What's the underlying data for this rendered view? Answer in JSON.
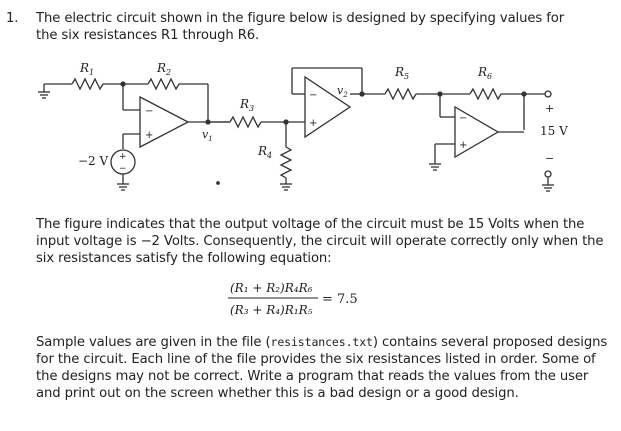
{
  "problem": {
    "number": "1.",
    "intro_line1": "The electric circuit shown in the figure below is designed by specifying values for",
    "intro_line2": "the six resistances R1 through R6."
  },
  "circuit": {
    "labels": {
      "R1": "R",
      "R1_sub": "1",
      "R2": "R",
      "R2_sub": "2",
      "R3": "R",
      "R3_sub": "3",
      "R4": "R",
      "R4_sub": "4",
      "R5": "R",
      "R5_sub": "5",
      "R6": "R",
      "R6_sub": "6",
      "v1": "v",
      "v1_sub": "1",
      "v2": "v",
      "v2_sub": "2",
      "source": "−2 V",
      "output": "15 V",
      "plus": "+",
      "minus": "−"
    }
  },
  "paragraph1": "The figure indicates that the output voltage of the circuit must be 15 Volts when the input voltage is −2 Volts. Consequently, the circuit will operate correctly only when the six resistances satisfy the following equation:",
  "equation": {
    "numerator": "(R₁ + R₂)R₄R₆",
    "denominator": "(R₃ + R₄)R₁R₅",
    "rhs": "= 7.5"
  },
  "paragraph2": {
    "before": "Sample values are given in the file (",
    "filename": "resistances.txt",
    "after": ") contains several proposed designs for the circuit. Each line of the file provides the six resistances listed in order. Some of the designs may not be correct. Write a program that reads the values from the user and print out on the screen whether this is a bad design or a good design."
  }
}
